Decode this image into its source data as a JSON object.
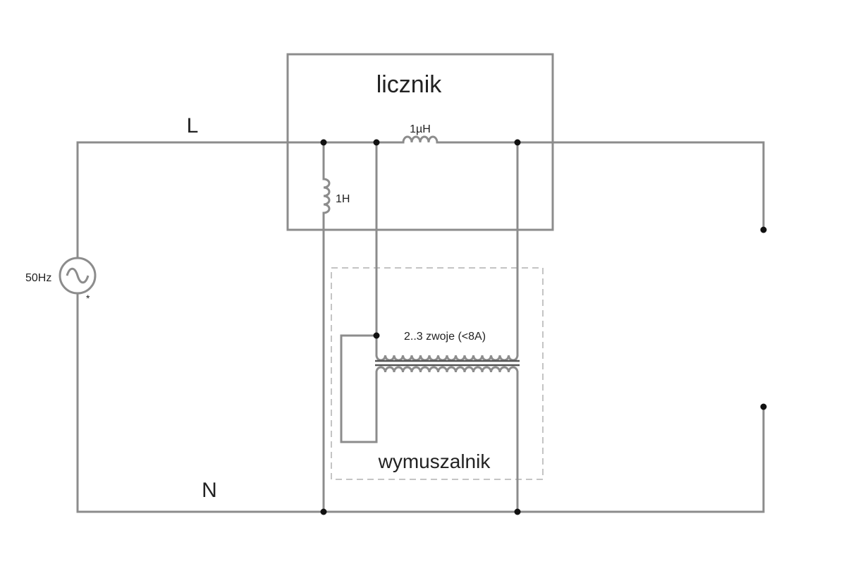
{
  "labels": {
    "meter": "licznik",
    "line": "L",
    "neutral": "N",
    "source": "50Hz",
    "source_mark": "*",
    "inductor_small": "1µH",
    "inductor_large": "1H",
    "transformer": "2..3 zwoje (<8A)",
    "forcer": "wymuszalnik"
  },
  "colors": {
    "wire": "#8c8c8c",
    "core": "#555555",
    "node": "#111111",
    "dashed_box": "#b0b0b0"
  },
  "icons": {
    "source": "ac-source-icon",
    "inductor": "inductor-icon",
    "transformer": "transformer-icon"
  }
}
